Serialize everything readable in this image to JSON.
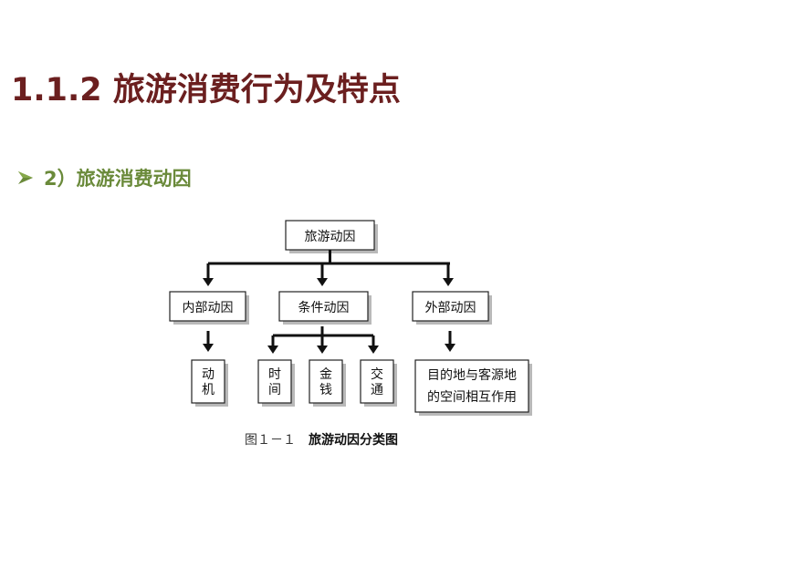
{
  "slide": {
    "title": "1.1.2 旅游消费行为及特点",
    "bullet_text": "2）旅游消费动因",
    "colors": {
      "title": "#6b1f1f",
      "bullet": "#6a8a3a",
      "bullet_arrow": "#6a8a3a"
    }
  },
  "diagram": {
    "root": "旅游动因",
    "categories": [
      "内部动因",
      "条件动因",
      "外部动因"
    ],
    "internal_child": [
      "动",
      "机"
    ],
    "conditional_children": [
      [
        "时",
        "间"
      ],
      [
        "金",
        "钱"
      ],
      [
        "交",
        "通"
      ]
    ],
    "external_child": [
      "目的地与客源地",
      "的空间相互作用"
    ],
    "caption_label": "图１－１",
    "caption_title": "旅游动因分类图"
  }
}
